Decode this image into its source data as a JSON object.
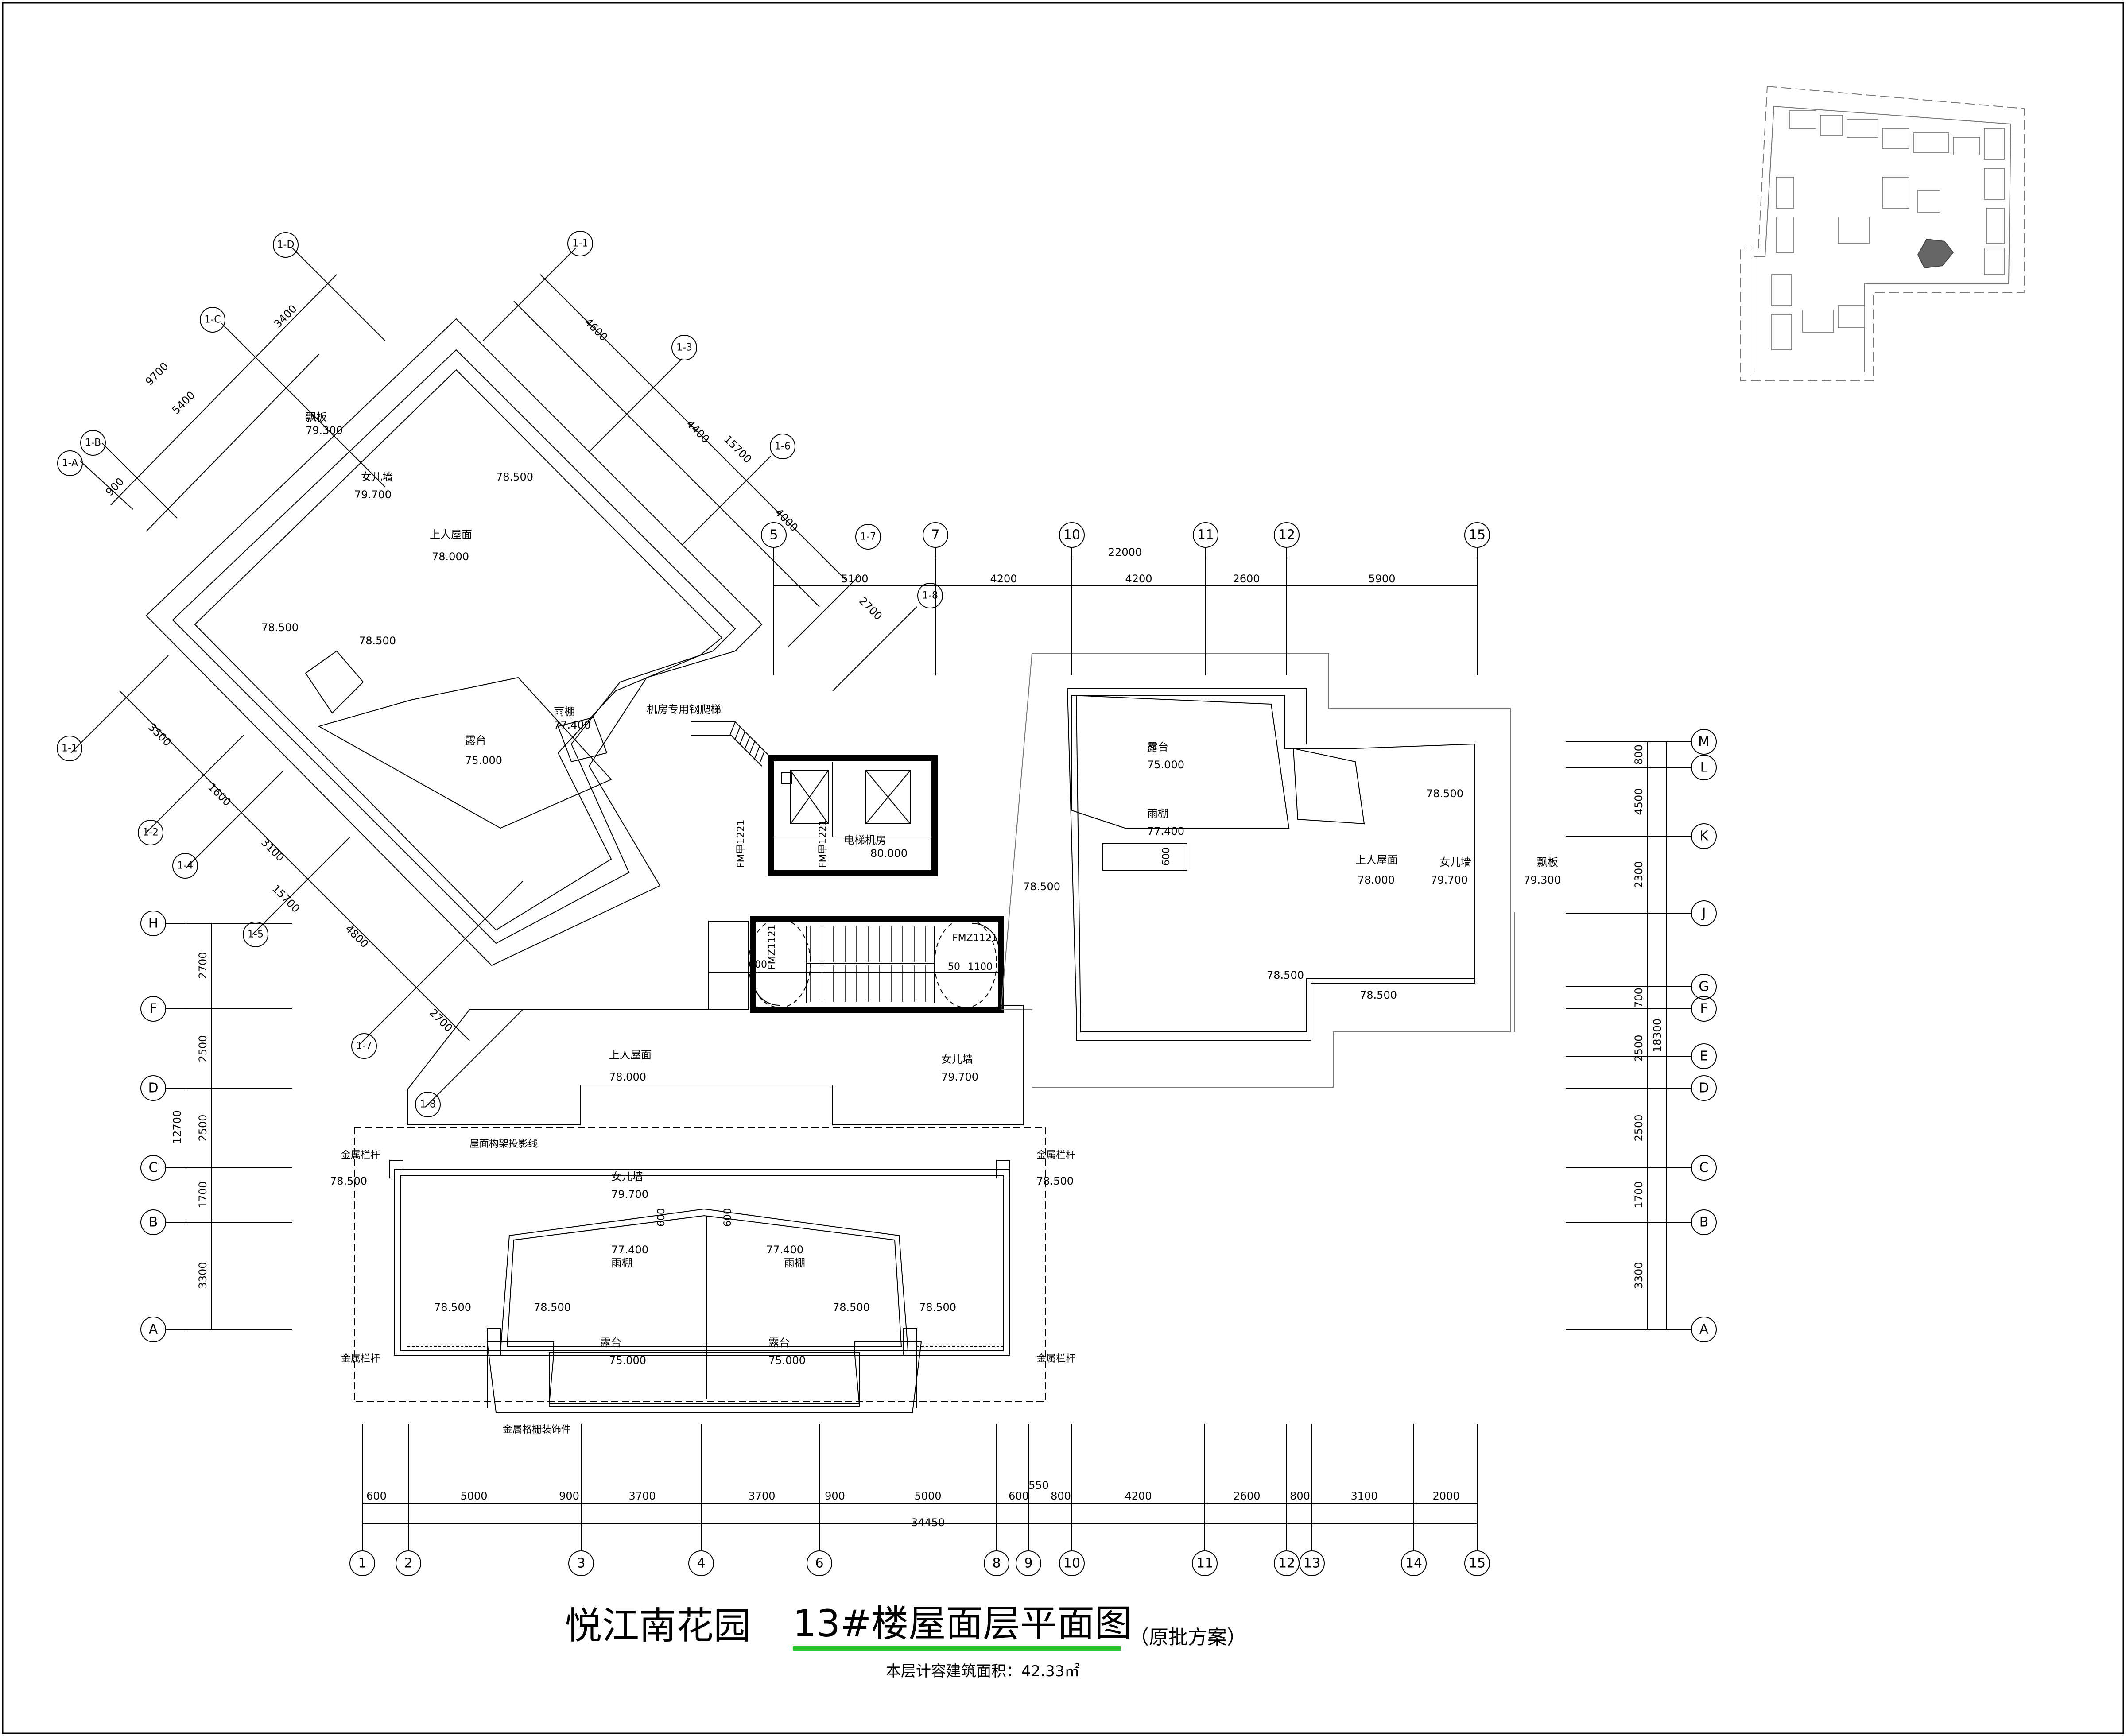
{
  "title": {
    "project": "悦江南花园",
    "drawing": "13#楼屋面层平面图",
    "note": "（原批方案）",
    "area": "本层计容建筑面积：42.33㎡",
    "colors": {
      "project": "#f0b400",
      "note": "#e0001a",
      "underline": "#22c322"
    }
  },
  "bottom_axes": [
    "1",
    "2",
    "3",
    "4",
    "6",
    "8",
    "9",
    "10",
    "11",
    "12",
    "13",
    "14",
    "15"
  ],
  "bottom_dims": [
    "600",
    "5000",
    "900",
    "3700",
    "3700",
    "900",
    "5000",
    "600",
    "550",
    "800",
    "4200",
    "2600",
    "800",
    "3100",
    "2000"
  ],
  "bottom_total": "34450",
  "top_axes": [
    "5",
    "7",
    "10",
    "11",
    "12",
    "15"
  ],
  "top_dims": [
    "5100",
    "4200",
    "4200",
    "2600",
    "5900"
  ],
  "top_total": "22000",
  "left_axes": [
    "H",
    "F",
    "D",
    "C",
    "B",
    "A"
  ],
  "left_dims": [
    "2700",
    "2500",
    "2500",
    "1700",
    "3300"
  ],
  "left_total": "12700",
  "right_axes": [
    "M",
    "L",
    "K",
    "J",
    "G",
    "F",
    "E",
    "D",
    "C",
    "B",
    "A"
  ],
  "right_dims": [
    "800",
    "4500",
    "2300",
    "700",
    "2500",
    "2500",
    "1700",
    "3300"
  ],
  "right_total": "18300",
  "rot_axes_a": [
    "1-A",
    "1-B",
    "1-C",
    "1-D"
  ],
  "rot_dims_a": [
    "900",
    "5400",
    "3400"
  ],
  "rot_total_a": "9700",
  "rot_axes_b": [
    "1-1",
    "1-3",
    "1-6",
    "1-7",
    "1-8"
  ],
  "rot_dims_b": [
    "4600",
    "4400",
    "4000",
    "2700"
  ],
  "rot_total_b": "15700",
  "rot_axes_c": [
    "1-1",
    "1-2",
    "1-4",
    "1-5",
    "1-7",
    "1-8"
  ],
  "rot_dims_c": [
    "3500",
    "1600",
    "3100",
    "4800",
    "2700"
  ],
  "rot_total_c": "15700",
  "labels": {
    "piaoban": "飘板",
    "piaoban_el": "79.300",
    "nverqiang": "女儿墙",
    "nverqiang_el": "79.700",
    "shangrenwumian": "上人屋面",
    "el_78000": "78.000",
    "el_78500": "78.500",
    "lutai": "露台",
    "el_75000": "75.000",
    "yupeng": "雨棚",
    "el_77400": "77.400",
    "d600": "600",
    "jifang_ladder": "机房专用钢爬梯",
    "dianti_jifang": "电梯机房",
    "el_80000": "80.000",
    "fm1": "FM甲1221",
    "fm2": "FM甲1221",
    "fmz1": "FMZ1121",
    "fmz2": "FMZ1121",
    "d600b": "600",
    "d1100": "1100",
    "d50": "50",
    "jinshu_lanzha": "金属栏杆",
    "jinshu_zhuangshi": "金属格栅装饰件",
    "bianyuan_line": "屋面构架投影线"
  },
  "site_plan_label": "site-key-plan"
}
